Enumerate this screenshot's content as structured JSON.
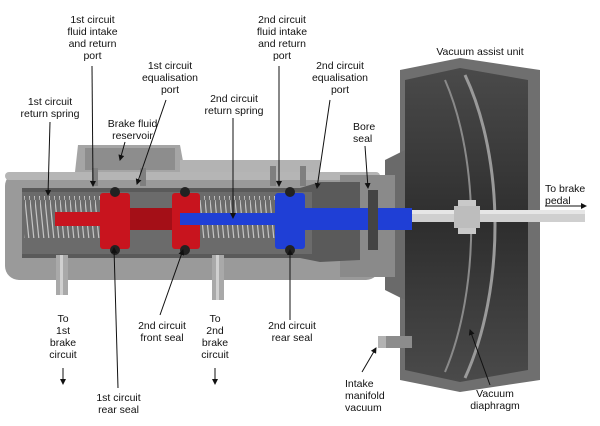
{
  "labels": {
    "c1_intake": "1st circuit\nfluid intake\nand return\nport",
    "c1_equal": "1st circuit\nequalisation\nport",
    "c1_return_spring": "1st circuit\nreturn spring",
    "reservoir": "Brake fluid\nreservoir",
    "c2_return_spring": "2nd circuit\nreturn spring",
    "c2_intake": "2nd circuit\nfluid intake\nand return\nport",
    "c2_equal": "2nd circuit\nequalisation\nport",
    "vacuum_unit": "Vacuum assist unit",
    "bore_seal": "Bore\nseal",
    "to_pedal": "To brake\npedal",
    "to_c1": "To\n1st\nbrake\ncircuit",
    "c1_rear_seal": "1st circuit\nrear seal",
    "c2_front_seal": "2nd circuit\nfront seal",
    "to_c2": "To\n2nd\nbrake\ncircuit",
    "c2_rear_seal": "2nd circuit\nrear seal",
    "intake_vacuum": "Intake\nmanifold\nvacuum",
    "vac_diaphragm": "Vacuum\ndiaphragm"
  },
  "colors": {
    "piston_red": "#c8141e",
    "piston_blue": "#1f3fd6",
    "body_grey": "#9a9a9a"
  }
}
